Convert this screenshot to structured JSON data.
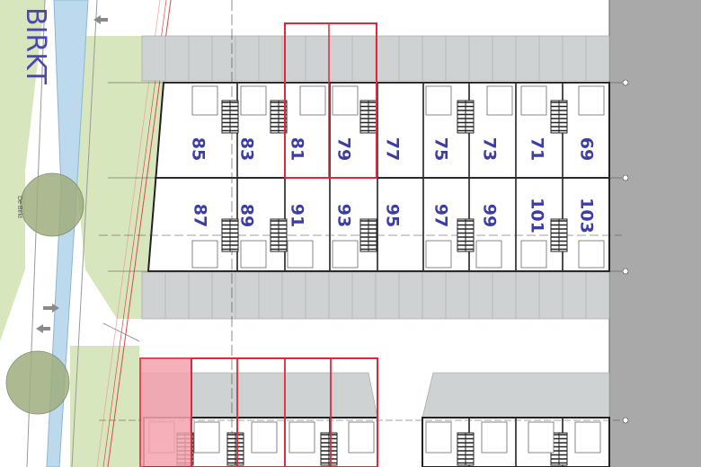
{
  "street_name": "BIRKT",
  "street_label_small": "De Birkt",
  "colors": {
    "street_text": "#4a48b0",
    "lot_number": "#3d3da6",
    "selection": "#e0283c",
    "selection_fill": "#f4a3ad",
    "water": "#bcd9ee",
    "grass": "#d8e6bd",
    "paving": "#cfd2d3",
    "right_band": "#a9a9a9"
  },
  "icons": [
    "tree-icon",
    "arrow-left-icon",
    "arrow-right-icon",
    "stairs-icon"
  ],
  "lots_top_row": [
    "85",
    "83",
    "81",
    "79",
    "77",
    "75",
    "73",
    "71",
    "69"
  ],
  "lots_bottom_row": [
    "87",
    "89",
    "91",
    "93",
    "95",
    "97",
    "99",
    "101",
    "103"
  ]
}
